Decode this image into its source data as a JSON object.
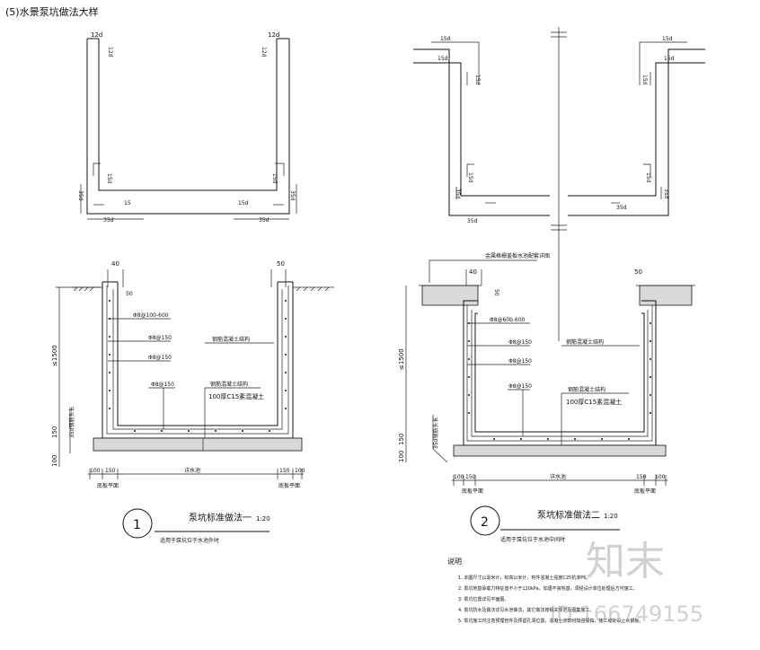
{
  "page_title": "(5)水景泵坑做法大样",
  "top_left": {
    "dims": {
      "top_left": "12d",
      "top_left_inner": "12d",
      "top_right": "12d",
      "top_right_inner": "12d",
      "mid_left": "15d",
      "mid_right": "15d",
      "bottom_left_inner": "15",
      "bottom_right_inner": "15d",
      "side_left": "35d",
      "side_right": "35d",
      "bottom_left": "35d",
      "bottom_right": "35d"
    }
  },
  "top_right": {
    "dims": {
      "tl1": "15d",
      "tl2": "15d",
      "tr1": "15d",
      "tr2": "15d",
      "ml": "15d",
      "mr": "15d",
      "bl": "15d",
      "br": "15d",
      "sl": "35d",
      "sr": "35d",
      "bbl": "35d",
      "bbr": "35d"
    }
  },
  "section1": {
    "dim_top_left": "40",
    "dim_top_right": "50",
    "dim_50": "50",
    "height_dim": "≤1500",
    "dim_150": "150",
    "dim_100": "100",
    "bar1": "Φ8@100-600",
    "bar2": "Φ8@150",
    "bar3": "Φ8@150",
    "bar4": "Φ8@150",
    "note_rc": "钢筋混凝土结构",
    "note_rc2": "钢筋混凝土结构",
    "note_cushion": "100厚C15素混凝土",
    "note_water": "35d钢筋头长",
    "bottom_dims": [
      "100",
      "150",
      "详水池",
      "150",
      "100"
    ],
    "bottom_label_left": "底板平面",
    "bottom_label_right": "底板平面",
    "circle_no": "1",
    "title": "泵坑标准做法一",
    "scale": "1:20",
    "subtitle": "适用于泵坑位于水池外时"
  },
  "section2": {
    "top_note": "金属格栅盖板水池配套详图",
    "dim_top_left": "40",
    "dim_top_right": "50",
    "dim_50": "50",
    "height_dim": "≤1500",
    "dim_150": "150",
    "dim_100": "100",
    "bar1": "Φ8@60b.600",
    "bar2": "Φ8@150",
    "bar3": "Φ8@150",
    "bar4": "Φ8@150",
    "note_rc": "钢筋混凝土结构",
    "note_rc2": "钢筋混凝土结构",
    "note_cushion": "100厚C15素混凝土",
    "note_water": "35d钢筋头长",
    "bottom_dims": [
      "100",
      "150",
      "详水池",
      "150",
      "100"
    ],
    "bottom_label_left": "底板平面",
    "bottom_label_right": "底板平面",
    "circle_no": "2",
    "title": "泵坑标准做法二",
    "scale": "1:20",
    "subtitle": "适用于泵坑位于水池中间时"
  },
  "notes": {
    "heading": "说明",
    "lines": [
      "1. 本图尺寸以毫米计，标高以米计，构件混凝土强度C25抗渗P6。",
      "2. 泵坑地基承载力特征值不小于120kPa，如遇不良地基，须经设计单位处理后方可施工。",
      "3. 泵坑位置详见平面图。",
      "4. 泵坑防水及做法详见水池做法，其它做法按相关规范及图集施工。",
      "5. 泵坑施工时注意预埋管件及预留孔洞位置，混凝土浇筑时加强振捣，施工缝处设止水钢板。"
    ]
  },
  "watermark": {
    "brand": "知末",
    "id": "ID:166749155"
  }
}
